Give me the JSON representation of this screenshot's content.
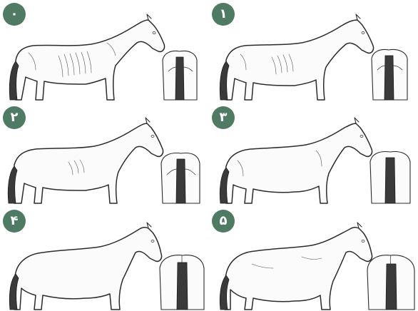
{
  "colors": {
    "badge": "#4f7a63",
    "badge_text": "#ffffff",
    "line": "#2b2b2b",
    "background": "#ffffff"
  },
  "panels": [
    {
      "label": "۰"
    },
    {
      "label": "۱"
    },
    {
      "label": "۲"
    },
    {
      "label": "۳"
    },
    {
      "label": "۴"
    },
    {
      "label": "۵"
    }
  ]
}
